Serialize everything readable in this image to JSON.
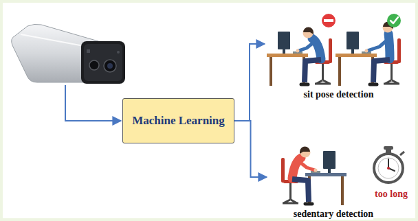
{
  "diagram": {
    "nodes": [
      {
        "text": [
          "Machine Learning"
        ]
      },
      {
        "text": [
          "sit pose detection"
        ]
      },
      {
        "text": [
          "sedentary detection"
        ]
      }
    ],
    "edges": [
      {
        "from": 0,
        "to": 1,
        "arrow": "to"
      },
      {
        "from": 0,
        "to": 2,
        "arrow": "to"
      }
    ],
    "labels": [
      "too long"
    ]
  }
}
